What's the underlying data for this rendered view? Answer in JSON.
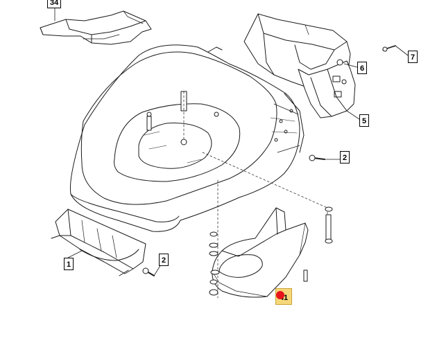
{
  "colors": {
    "line": "#1a1a1a",
    "part_fill": "#ffffff",
    "part_shade": "#e6e6e6",
    "highlight": "#f6d77a",
    "marker": "#e8141b"
  },
  "callouts": [
    {
      "id": "callout-34",
      "label": "34"
    },
    {
      "id": "callout-7",
      "label": "7"
    },
    {
      "id": "callout-6",
      "label": "6"
    },
    {
      "id": "callout-5",
      "label": "5"
    },
    {
      "id": "callout-2-right",
      "label": "2"
    },
    {
      "id": "callout-1",
      "label": "1"
    },
    {
      "id": "callout-2-left",
      "label": "2"
    },
    {
      "id": "callout-41",
      "label": "41"
    }
  ]
}
